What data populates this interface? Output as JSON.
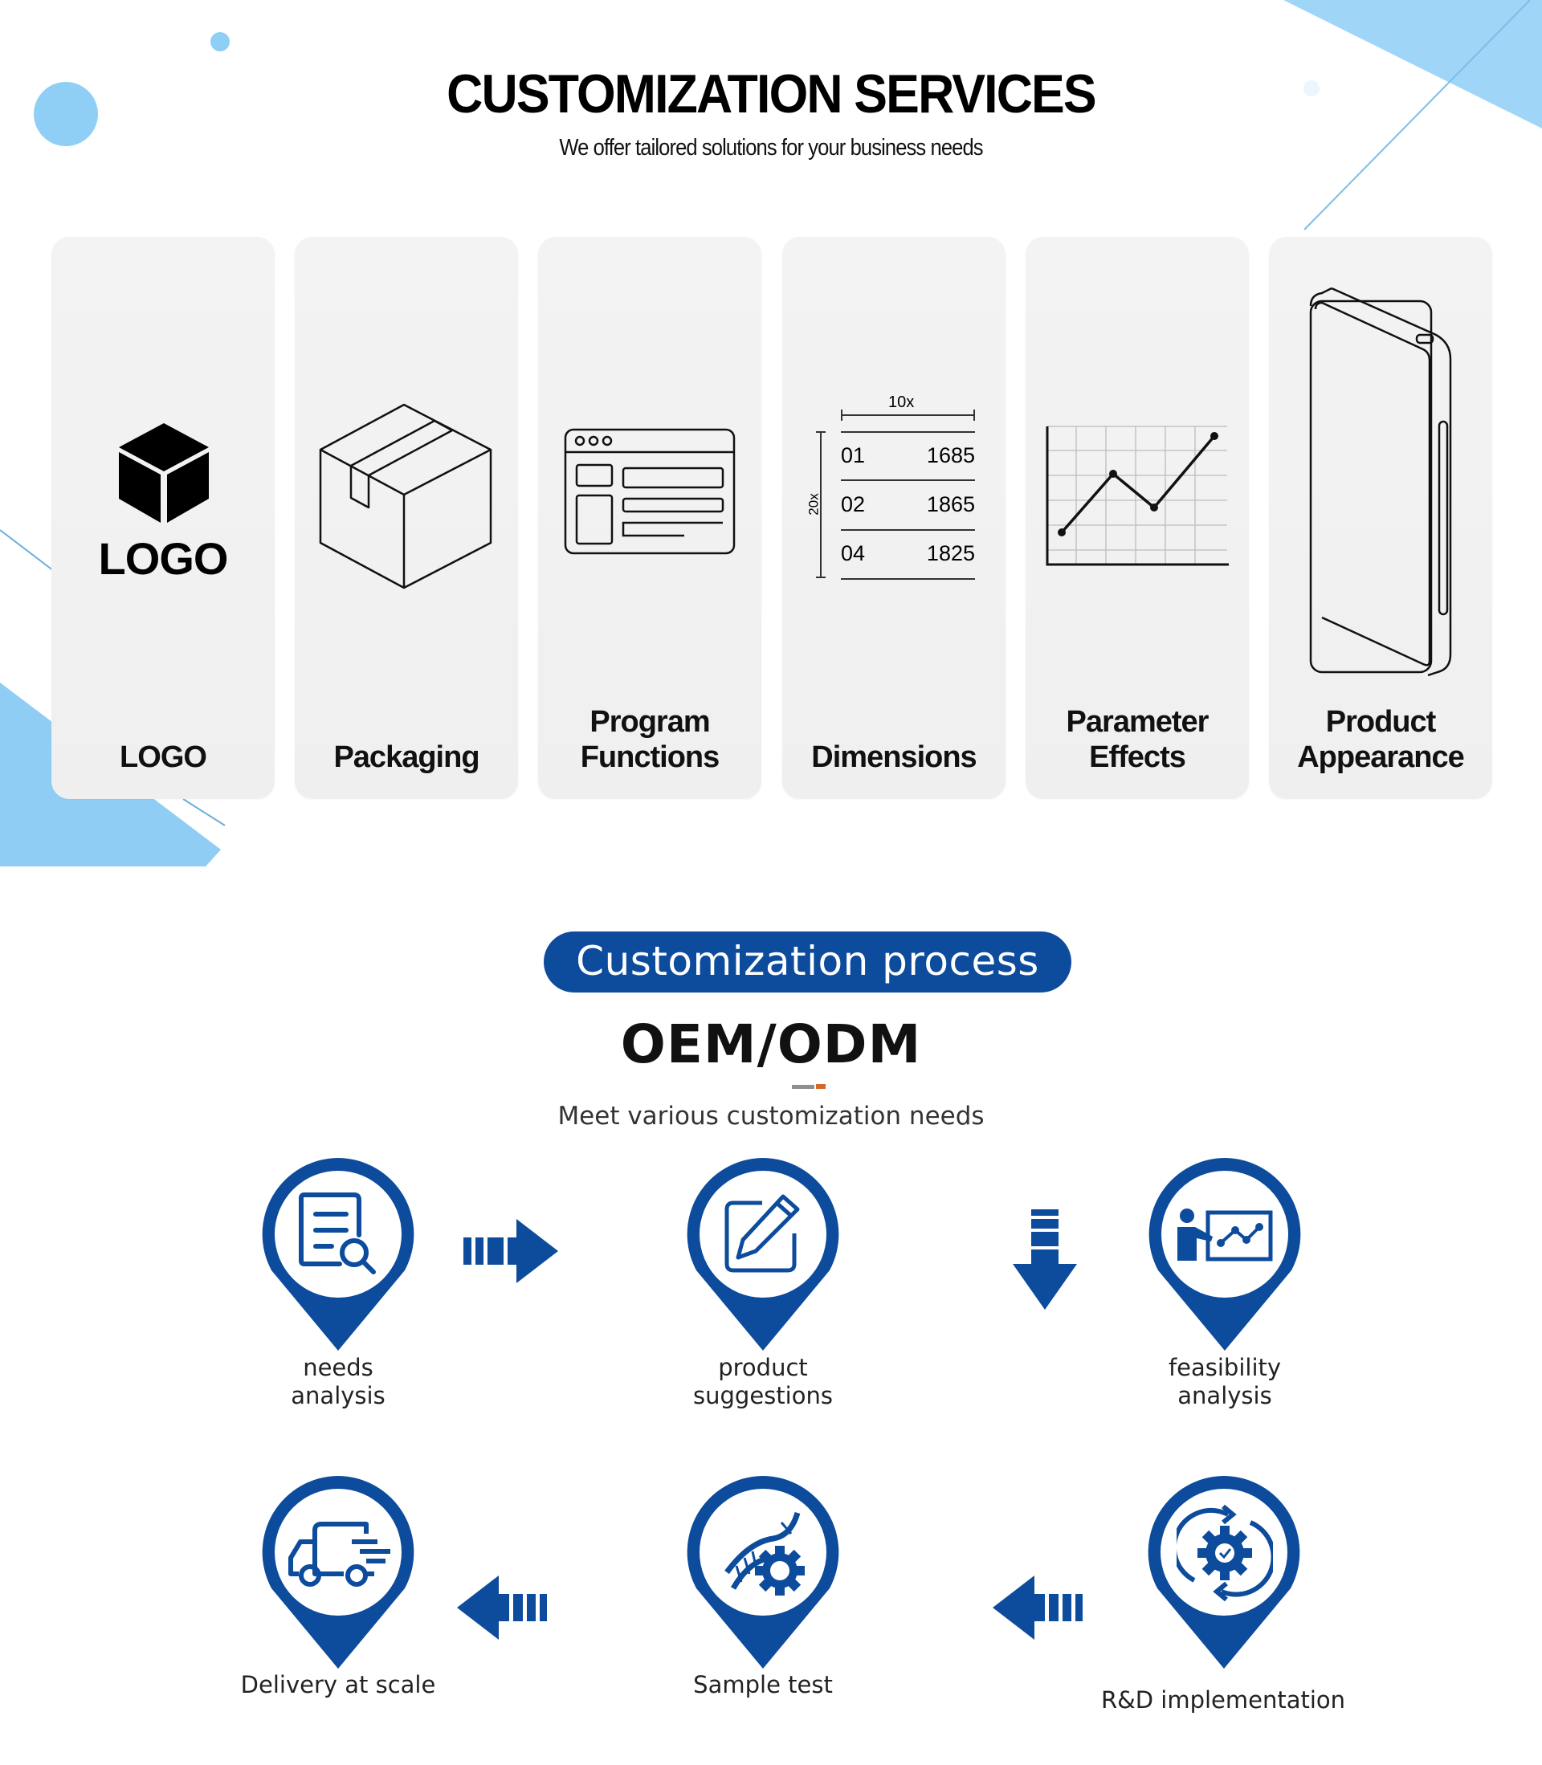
{
  "colors": {
    "accent_blue": "#0d4b9c",
    "decor_light_blue": "#8fcff6",
    "card_bg": "#f2f2f2",
    "divider_orange": "#d4692a"
  },
  "header": {
    "title": "CUSTOMIZATION SERVICES",
    "subtitle": "We offer tailored solutions for your business needs"
  },
  "cards": [
    {
      "label": "LOGO",
      "icon": "cube-logo-icon",
      "icon_text": "LOGO"
    },
    {
      "label": "Packaging",
      "icon": "package-box-icon"
    },
    {
      "label": "Program Functions",
      "icon": "browser-window-icon"
    },
    {
      "label": "Dimensions",
      "icon": "dimensions-table-icon",
      "icon_table": {
        "width_label": "10x",
        "height_label": "20x",
        "rows": [
          {
            "id": "01",
            "value": "1685"
          },
          {
            "id": "02",
            "value": "1865"
          },
          {
            "id": "04",
            "value": "1825"
          }
        ]
      }
    },
    {
      "label": "Parameter Effects",
      "icon": "line-chart-icon"
    },
    {
      "label": "Product Appearance",
      "icon": "phone-device-icon"
    }
  ],
  "process": {
    "badge": "Customization process",
    "heading": "OEM/ODM",
    "tagline": "Meet various customization needs",
    "steps": [
      {
        "label": "needs analysis",
        "icon": "document-search-icon"
      },
      {
        "label": "product suggestions",
        "icon": "edit-pencil-icon"
      },
      {
        "label": "feasibility analysis",
        "icon": "presentation-chart-icon"
      },
      {
        "label": "R&D implementation",
        "icon": "gear-cycle-icon"
      },
      {
        "label": "Sample test",
        "icon": "dna-gear-icon"
      },
      {
        "label": "Delivery at scale",
        "icon": "delivery-truck-icon"
      }
    ],
    "flow_arrows": [
      "arrow-right",
      "arrow-down",
      "arrow-left",
      "arrow-left"
    ]
  }
}
